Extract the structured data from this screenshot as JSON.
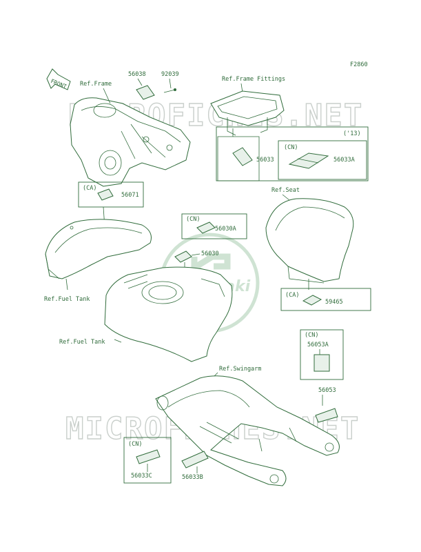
{
  "diagram_code": "F2860",
  "front_label": "FRONT",
  "watermark_top": "MICROFICHES.NET",
  "watermark_bottom": "MICROFICHES.NET",
  "logo_text": "Kawasaki",
  "labels": {
    "ref_frame": "Ref.Frame",
    "ref_frame_fittings": "Ref.Frame Fittings",
    "ref_seat": "Ref.Seat",
    "ref_fuel_tank_1": "Ref.Fuel Tank",
    "ref_fuel_tank_2": "Ref.Fuel Tank",
    "ref_swingarm": "Ref.Swingarm"
  },
  "parts": {
    "p56038": "56038",
    "p92039": "92039",
    "p56033": "56033",
    "p56033A": "56033A",
    "p56071": "56071",
    "p56030A": "56030A",
    "p56030": "56030",
    "p59465": "59465",
    "p56053A": "56053A",
    "p56053": "56053",
    "p56033C": "56033C",
    "p56033B": "56033B"
  },
  "region_tags": {
    "year_13": "('13)",
    "cn_1": "(CN)",
    "ca_1": "(CA)",
    "cn_2": "(CN)",
    "ca_2": "(CA)",
    "cn_3": "(CN)",
    "cn_4": "(CN)"
  },
  "colors": {
    "line": "#2f6b3a",
    "watermark": "#c9cfcb",
    "label_fill": "#e8f1ea"
  }
}
